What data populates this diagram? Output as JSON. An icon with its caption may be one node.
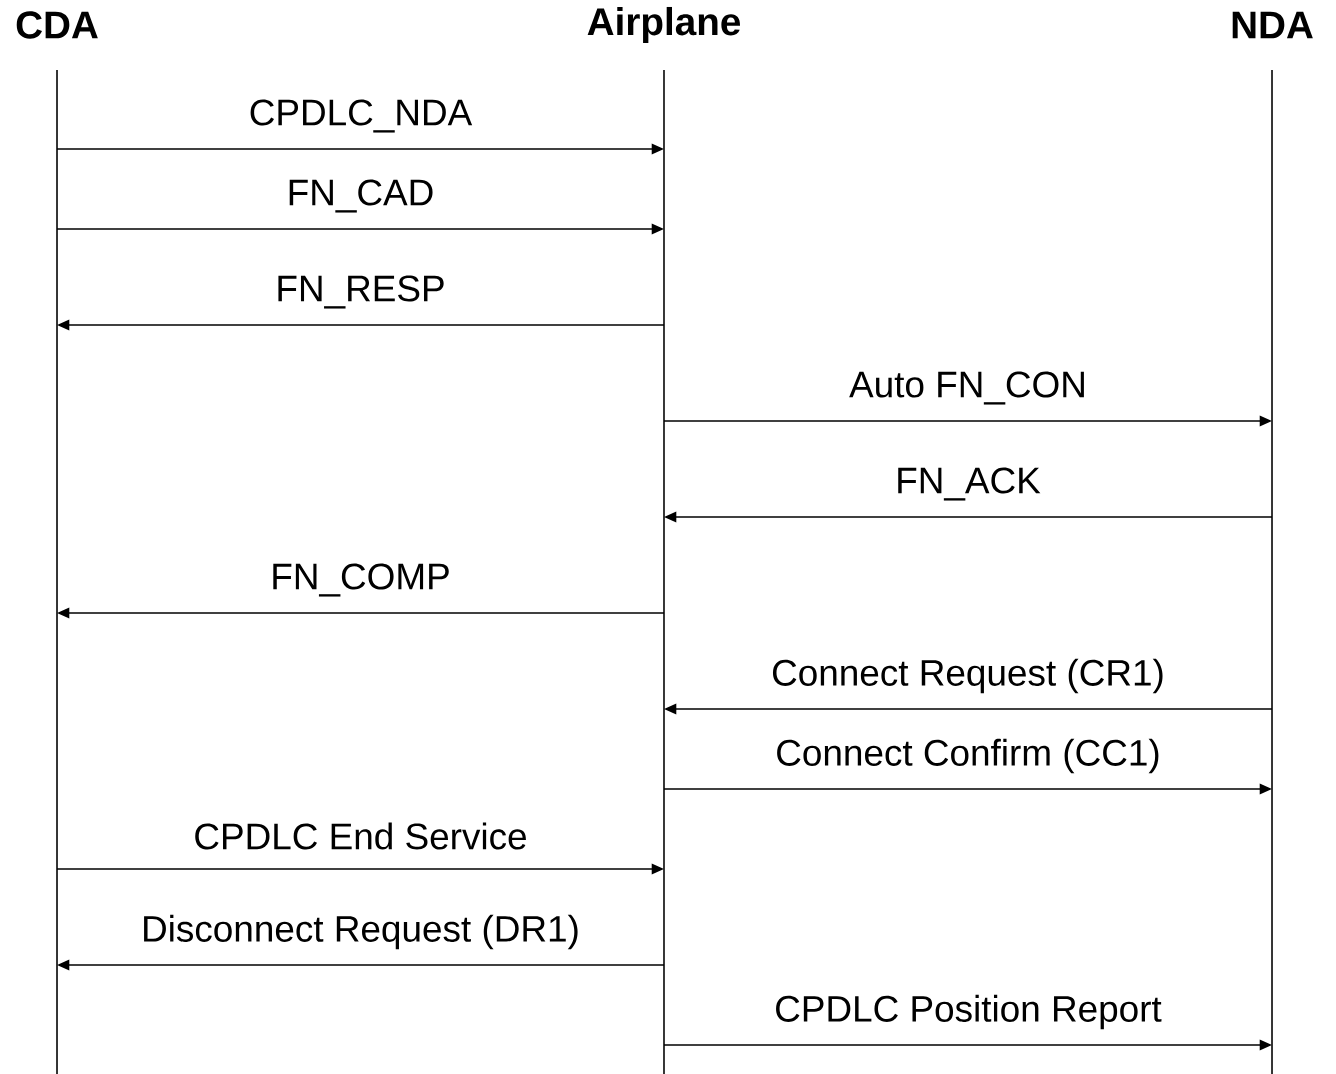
{
  "diagram": {
    "nodes": [
      {
        "text": [
          "CDA"
        ]
      },
      {
        "text": [
          "Airplane"
        ]
      },
      {
        "text": [
          "NDA"
        ]
      }
    ],
    "edges": [
      {
        "from": 0,
        "to": 1,
        "arrow": "to",
        "label": "CPDLC_NDA"
      },
      {
        "from": 0,
        "to": 1,
        "arrow": "to",
        "label": "FN_CAD"
      },
      {
        "from": 1,
        "to": 0,
        "arrow": "to",
        "label": "FN_RESP"
      },
      {
        "from": 1,
        "to": 2,
        "arrow": "to",
        "label": "Auto FN_CON"
      },
      {
        "from": 2,
        "to": 1,
        "arrow": "to",
        "label": "FN_ACK"
      },
      {
        "from": 1,
        "to": 0,
        "arrow": "to",
        "label": "FN_COMP"
      },
      {
        "from": 2,
        "to": 1,
        "arrow": "to",
        "label": "Connect Request (CR1)"
      },
      {
        "from": 1,
        "to": 2,
        "arrow": "to",
        "label": "Connect Confirm (CC1)"
      },
      {
        "from": 0,
        "to": 1,
        "arrow": "to",
        "label": "CPDLC End Service"
      },
      {
        "from": 1,
        "to": 0,
        "arrow": "to",
        "label": "Disconnect Request (DR1)"
      },
      {
        "from": 1,
        "to": 2,
        "arrow": "to",
        "label": "CPDLC Position Report"
      }
    ]
  }
}
